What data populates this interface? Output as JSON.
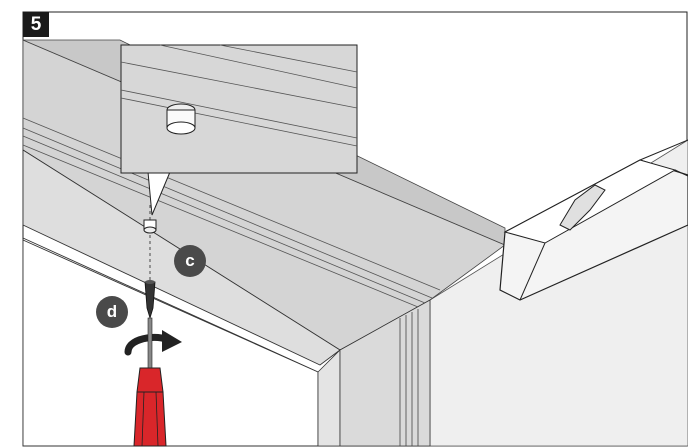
{
  "step": {
    "number": "5"
  },
  "callouts": {
    "c": "c",
    "d": "d"
  },
  "colors": {
    "frame_top": "#cfcfcf",
    "frame_face": "#dcdcdc",
    "wall": "#eeeeee",
    "outline": "#2a2a2a",
    "screwdriver": "#d9262a",
    "arrow": "#cc2222",
    "badge": "#1a1a1a",
    "callout": "#4a4a4a"
  }
}
